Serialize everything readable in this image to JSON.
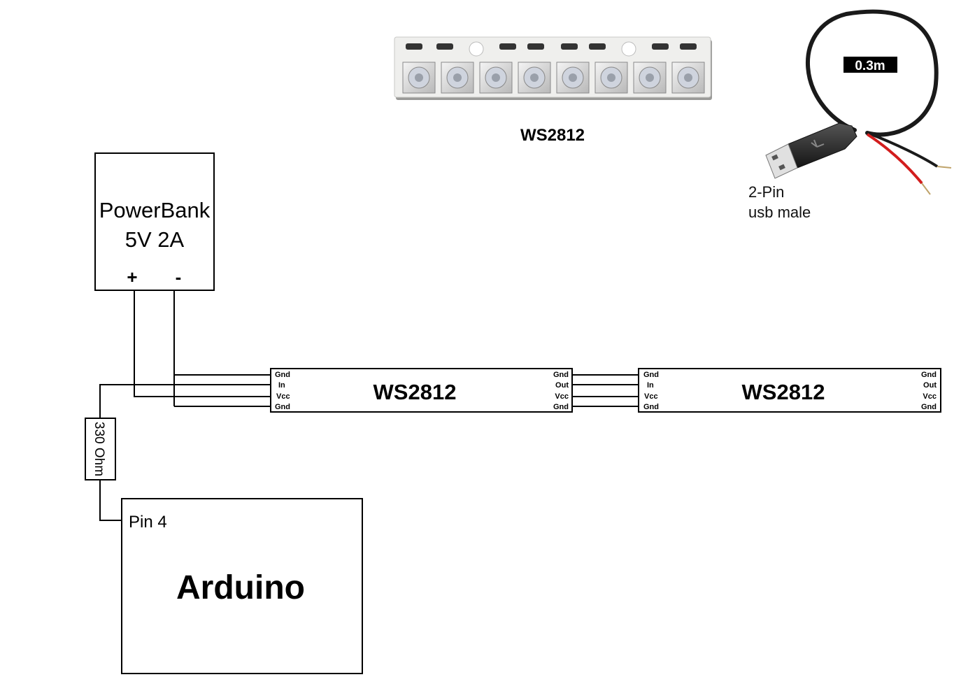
{
  "photos": {
    "led_strip_caption": "WS2812",
    "cable_length_badge": "0.3m",
    "cable_label_line1": "2-Pin",
    "cable_label_line2": "usb male"
  },
  "powerbank": {
    "title_line1": "PowerBank",
    "title_line2": "5V 2A",
    "plus": "+",
    "minus": "-"
  },
  "resistor": {
    "label": "330 Ohm"
  },
  "arduino": {
    "title": "Arduino",
    "pin_label": "Pin 4"
  },
  "strip1": {
    "title": "WS2812",
    "left_pins": [
      "Gnd",
      "In",
      "Vcc",
      "Gnd"
    ],
    "right_pins": [
      "Gnd",
      "Out",
      "Vcc",
      "Gnd"
    ]
  },
  "strip2": {
    "title": "WS2812",
    "left_pins": [
      "Gnd",
      "In",
      "Vcc",
      "Gnd"
    ],
    "right_pins": [
      "Gnd",
      "Out",
      "Vcc",
      "Gnd"
    ]
  },
  "colors": {
    "pcb": "#eeeeec",
    "led_body": "#d9d9d9",
    "cable": "#1a1a1a",
    "wire_red": "#d21d1d",
    "line": "#000000"
  }
}
